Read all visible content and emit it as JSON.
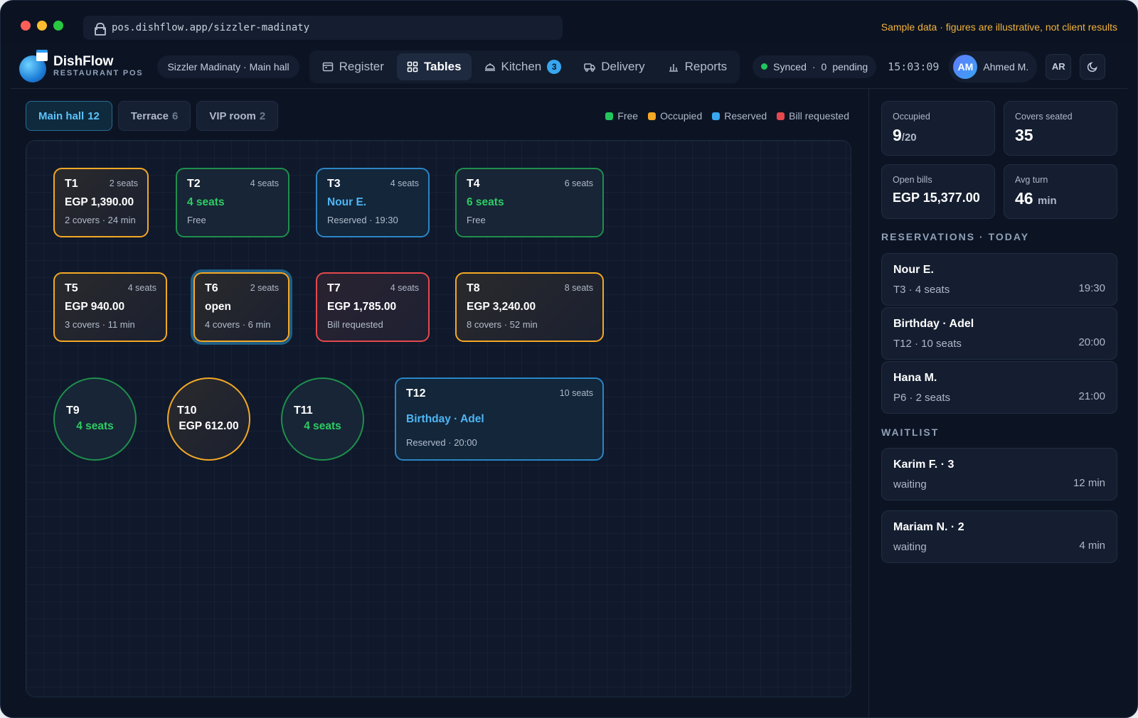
{
  "browser": {
    "url": "pos.dishflow.app/sizzler-madinaty",
    "disclaimer": "Sample data · figures are illustrative, not client results",
    "traffic_colors": [
      "#ff5f57",
      "#febc2e",
      "#28c840"
    ]
  },
  "app": {
    "name": "DishFlow",
    "subtitle": "RESTAURANT POS",
    "venue": "Sizzler Madinaty · Main hall",
    "nav": [
      {
        "label": "Register",
        "icon": "register-icon"
      },
      {
        "label": "Tables",
        "icon": "grid-icon",
        "active": true
      },
      {
        "label": "Kitchen",
        "icon": "cloche-icon",
        "badge": "3"
      },
      {
        "label": "Delivery",
        "icon": "truck-icon"
      },
      {
        "label": "Reports",
        "icon": "bar-chart-icon"
      }
    ],
    "sync_label": "Synced",
    "sync_sep": "·",
    "pending_count": "0",
    "pending_label": "pending",
    "clock": "15:03:09",
    "user_initials": "AM",
    "user_name": "Ahmed M.",
    "lang": "AR",
    "theme_icon": "moon-icon"
  },
  "zones": [
    {
      "name": "Main hall",
      "count": "12",
      "active": true
    },
    {
      "name": "Terrace",
      "count": "6"
    },
    {
      "name": "VIP room",
      "count": "2"
    }
  ],
  "legend": [
    {
      "label": "Free",
      "color": "#22c55e"
    },
    {
      "label": "Occupied",
      "color": "#f4a825"
    },
    {
      "label": "Reserved",
      "color": "#38a7f0"
    },
    {
      "label": "Bill requested",
      "color": "#e5484d"
    }
  ],
  "tables": {
    "t1": {
      "id": "T1",
      "seats": "2 seats",
      "main": "EGP 1,390.00",
      "meta": "2 covers · 24 min"
    },
    "t2": {
      "id": "T2",
      "seats": "4 seats",
      "main": "4 seats",
      "meta": "Free"
    },
    "t3": {
      "id": "T3",
      "seats": "4 seats",
      "main": "Nour E.",
      "meta": "Reserved · 19:30"
    },
    "t4": {
      "id": "T4",
      "seats": "6 seats",
      "main": "6 seats",
      "meta": "Free"
    },
    "t5": {
      "id": "T5",
      "seats": "4 seats",
      "main": "EGP 940.00",
      "meta": "3 covers · 11 min"
    },
    "t6": {
      "id": "T6",
      "seats": "2 seats",
      "main": "open",
      "meta": "4 covers · 6 min"
    },
    "t7": {
      "id": "T7",
      "seats": "4 seats",
      "main": "EGP 1,785.00",
      "meta": "Bill requested"
    },
    "t8": {
      "id": "T8",
      "seats": "8 seats",
      "main": "EGP 3,240.00",
      "meta": "8 covers · 52 min"
    },
    "t9": {
      "id": "T9",
      "main": "4 seats"
    },
    "t10": {
      "id": "T10",
      "main": "EGP 612.00"
    },
    "t11": {
      "id": "T11",
      "main": "4 seats"
    },
    "t12": {
      "id": "T12",
      "seats": "10 seats",
      "main": "Birthday · Adel",
      "meta": "Reserved · 20:00"
    }
  },
  "stats": {
    "occupied": {
      "label": "Occupied",
      "value": "9",
      "total": "/20"
    },
    "covers": {
      "label": "Covers seated",
      "value": "35"
    },
    "open_bills": {
      "label": "Open bills",
      "value": "EGP 15,377.00"
    },
    "avg_turn": {
      "label": "Avg turn",
      "value": "46",
      "unit": "min"
    }
  },
  "reservations_title": "RESERVATIONS · TODAY",
  "reservations": [
    {
      "name": "Nour E.",
      "detail": "T3 · 4 seats",
      "time": "19:30"
    },
    {
      "name": "Birthday · Adel",
      "detail": "T12 · 10 seats",
      "time": "20:00"
    },
    {
      "name": "Hana M.",
      "detail": "P6 · 2 seats",
      "time": "21:00"
    }
  ],
  "waitlist_title": "WAITLIST",
  "waitlist": [
    {
      "name": "Karim F. · 3",
      "status": "waiting",
      "time": "12 min"
    },
    {
      "name": "Mariam N. · 2",
      "status": "waiting",
      "time": "4 min"
    }
  ]
}
